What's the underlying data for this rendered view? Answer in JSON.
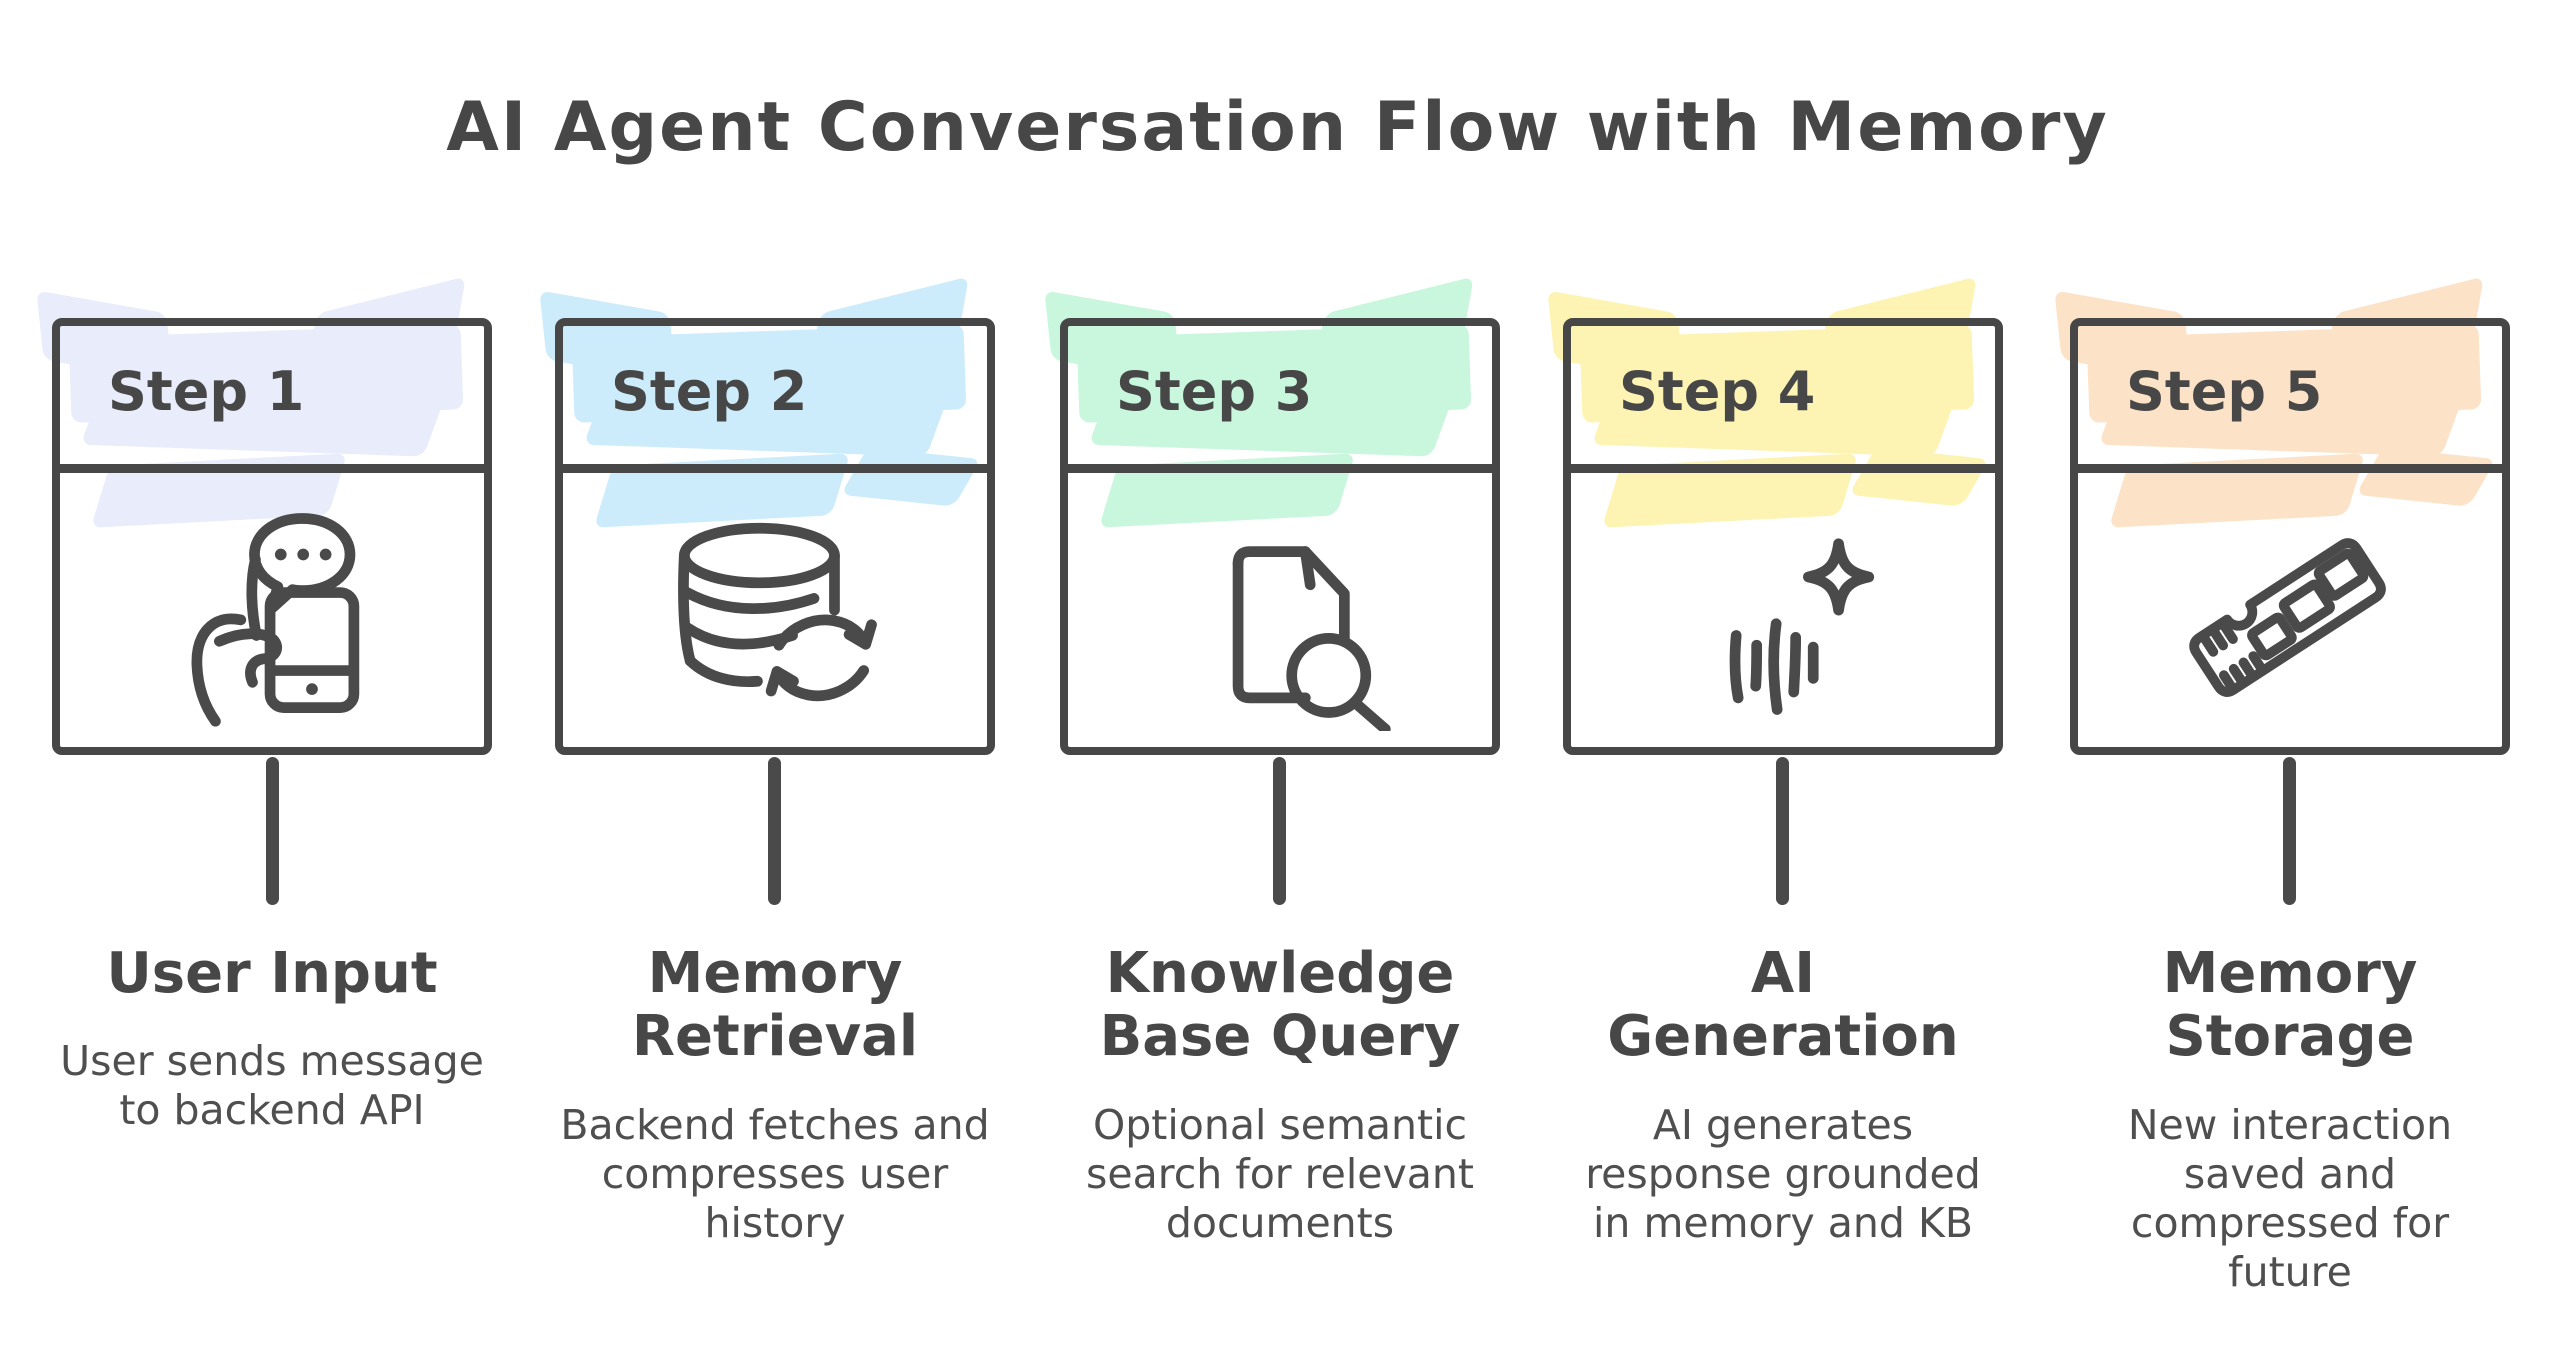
{
  "page": {
    "title": "AI Agent Conversation Flow with Memory",
    "background_color": "#ffffff",
    "stroke_color": "#4a4a4a"
  },
  "steps": [
    {
      "label": "Step 1",
      "highlight_color": "#e8ecfb",
      "icon": "phone-chat-icon",
      "title": "User Input",
      "description": "User sends message\nto backend API"
    },
    {
      "label": "Step 2",
      "highlight_color": "#cdecfb",
      "icon": "database-sync-icon",
      "title": "Memory\nRetrieval",
      "description": "Backend fetches and\ncompresses user\nhistory"
    },
    {
      "label": "Step 3",
      "highlight_color": "#c9f7dd",
      "icon": "document-search-icon",
      "title": "Knowledge\nBase Query",
      "description": "Optional semantic\nsearch for relevant\ndocuments"
    },
    {
      "label": "Step 4",
      "highlight_color": "#fdf4b3",
      "icon": "ai-sparkle-icon",
      "title": "AI\nGeneration",
      "description": "AI generates\nresponse grounded\nin memory and KB"
    },
    {
      "label": "Step 5",
      "highlight_color": "#fce2c7",
      "icon": "ram-chip-icon",
      "title": "Memory\nStorage",
      "description": "New interaction\nsaved and\ncompressed for\nfuture"
    }
  ]
}
